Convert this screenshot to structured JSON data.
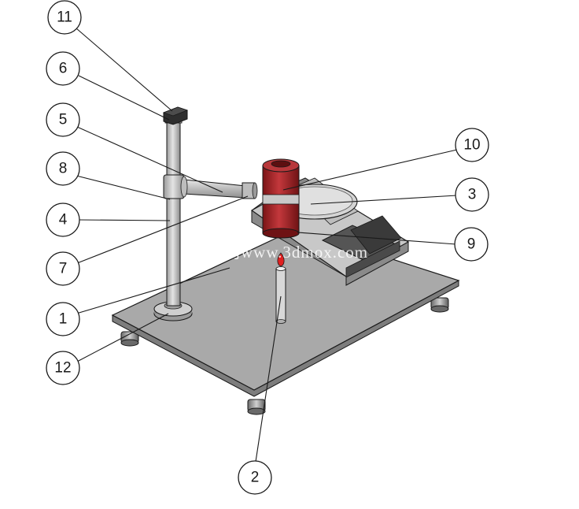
{
  "diagram": {
    "watermark": "西网www.3dmox.com",
    "callouts": [
      {
        "id": "11",
        "label": "11"
      },
      {
        "id": "6",
        "label": "6"
      },
      {
        "id": "5",
        "label": "5"
      },
      {
        "id": "8",
        "label": "8"
      },
      {
        "id": "4",
        "label": "4"
      },
      {
        "id": "7",
        "label": "7"
      },
      {
        "id": "1",
        "label": "1"
      },
      {
        "id": "12",
        "label": "12"
      },
      {
        "id": "10",
        "label": "10"
      },
      {
        "id": "3",
        "label": "3"
      },
      {
        "id": "9",
        "label": "9"
      },
      {
        "id": "2",
        "label": "2"
      }
    ],
    "colors": {
      "plate": "#a9a9a9",
      "plate_side": "#7d7d7d",
      "steel": "#c4c4c4",
      "cylinder_red": "#a8262a",
      "flame": "#e02020",
      "outline": "#1a1a1a"
    }
  }
}
